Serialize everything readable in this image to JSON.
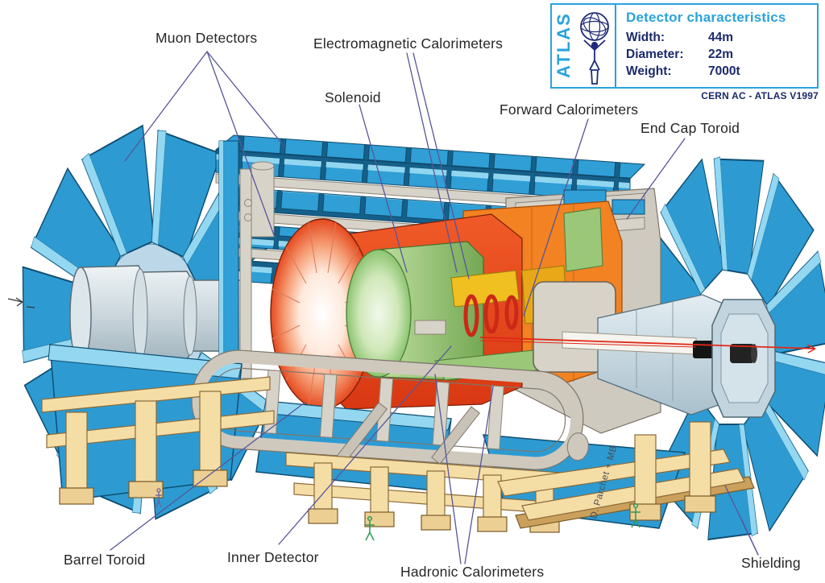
{
  "info_box": {
    "logo_text": "ATLAS",
    "title": "Detector characteristics",
    "rows": [
      {
        "label": "Width:",
        "value": "44m"
      },
      {
        "label": "Diameter:",
        "value": "22m"
      },
      {
        "label": "Weight:",
        "value": "7000t"
      }
    ],
    "credit": "CERN AC - ATLAS V1997"
  },
  "labels": {
    "muon_detectors": "Muon Detectors",
    "em_calorimeters": "Electromagnetic Calorimeters",
    "solenoid": "Solenoid",
    "forward_calorimeters": "Forward Calorimeters",
    "end_cap_toroid": "End Cap Toroid",
    "barrel_toroid": "Barrel Toroid",
    "inner_detector": "Inner Detector",
    "hadronic_calorimeters": "Hadronic Calorimeters",
    "shielding": "Shielding"
  },
  "signature": "D. Parchet + MB",
  "colors": {
    "accent_cyan": "#2aa3dc",
    "text_navy": "#1b2a6b",
    "muon_blue": "#2d9bd2",
    "muon_blue_light": "#93d7f1",
    "hadronic_red": "#e6491e",
    "cut_orange": "#f28222",
    "em_green": "#8cc470",
    "inner_yellow": "#f0c020",
    "support_tan": "#f5dda6",
    "structure_gray": "#d8d3c8",
    "shield_gray": "#c2d4de",
    "beam_red": "#e02818",
    "leader_line": "#56569a",
    "figure_green": "#2f9858"
  }
}
